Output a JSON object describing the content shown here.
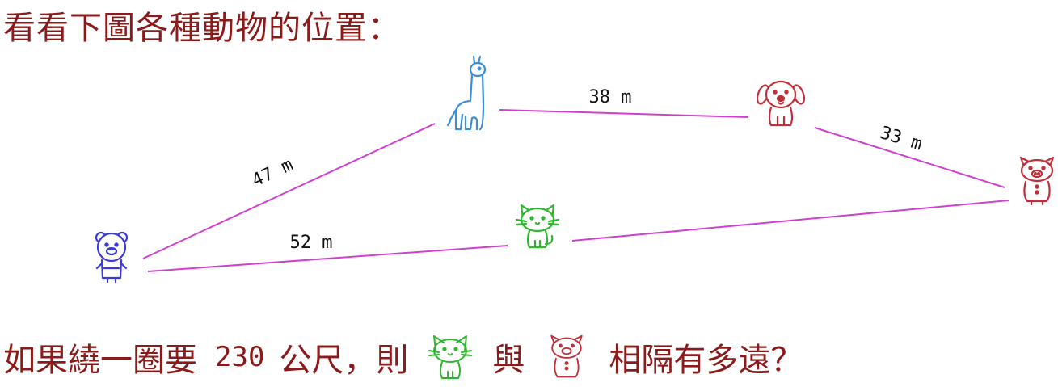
{
  "title": "看看下圖各種動物的位置：",
  "animals": [
    {
      "id": "bear",
      "icon": "bear-icon",
      "color": "#3a3ad6"
    },
    {
      "id": "giraffe",
      "icon": "giraffe-icon",
      "color": "#3a8fd6"
    },
    {
      "id": "dog",
      "icon": "dog-icon",
      "color": "#c0303a"
    },
    {
      "id": "pig",
      "icon": "pig-icon",
      "color": "#c0303a"
    },
    {
      "id": "cat",
      "icon": "cat-icon",
      "color": "#2fb82f"
    }
  ],
  "distances": {
    "bear_giraffe": "47 m",
    "giraffe_dog": "38 m",
    "dog_pig": "33 m",
    "bear_cat": "52 m"
  },
  "line_color": "#d040d0",
  "question": {
    "part1": "如果繞一圈要",
    "total": "230",
    "part2": "公尺，則",
    "part3": "與",
    "part4": "相隔有多遠？"
  }
}
